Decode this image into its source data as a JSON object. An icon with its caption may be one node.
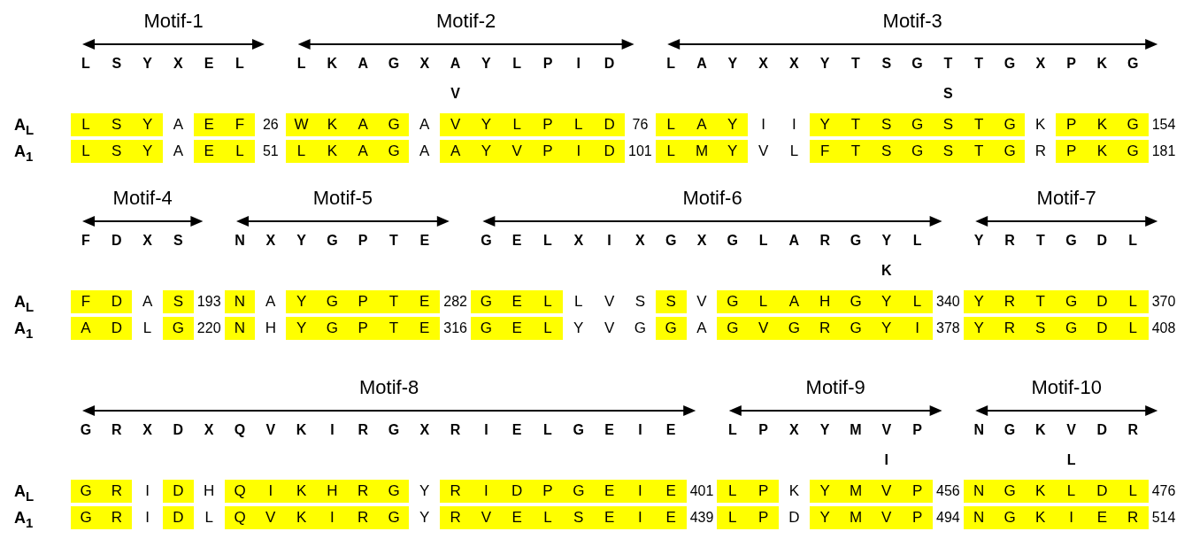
{
  "diagram": {
    "labels": [
      "Motif-1",
      "Motif-2",
      "Motif-3",
      "L",
      "S",
      "Y",
      "X",
      "E",
      "L",
      "L",
      "K",
      "A",
      "G",
      "X",
      "A",
      "Y",
      "L",
      "P",
      "I",
      "D",
      "L",
      "A",
      "Y",
      "X",
      "X",
      "Y",
      "T",
      "S",
      "G",
      "T",
      "T",
      "G",
      "X",
      "P",
      "K",
      "G",
      "V",
      "S",
      "A$_{L}$",
      "L",
      "S",
      "Y",
      "A",
      "E",
      "F",
      "26",
      "W",
      "K",
      "A",
      "G",
      "A",
      "V",
      "Y",
      "L",
      "P",
      "L",
      "D",
      "76",
      "L",
      "A",
      "Y",
      "I",
      "I",
      "Y",
      "T",
      "S",
      "G",
      "S",
      "T",
      "G",
      "K",
      "P",
      "K",
      "G",
      "154",
      "A$_{1}$",
      "L",
      "S",
      "Y",
      "A",
      "E",
      "L",
      "51",
      "L",
      "K",
      "A",
      "G",
      "A",
      "A",
      "Y",
      "V",
      "P",
      "I",
      "D",
      "101",
      "L",
      "M",
      "Y",
      "V",
      "L",
      "F",
      "T",
      "S",
      "G",
      "S",
      "T",
      "G",
      "R",
      "P",
      "K",
      "G",
      "181",
      "Motif-4",
      "Motif-5",
      "Motif-6",
      "Motif-7",
      "F",
      "D",
      "X",
      "S",
      "N",
      "X",
      "Y",
      "G",
      "P",
      "T",
      "E",
      "G",
      "E",
      "L",
      "X",
      "I",
      "X",
      "G",
      "X",
      "G",
      "L",
      "A",
      "R",
      "G",
      "Y",
      "L",
      "Y",
      "R",
      "T",
      "G",
      "D",
      "L",
      "K",
      "A$_{L}$",
      "F",
      "D",
      "A",
      "S",
      "193",
      "N",
      "A",
      "Y",
      "G",
      "P",
      "T",
      "E",
      "282",
      "G",
      "E",
      "L",
      "L",
      "V",
      "S",
      "S",
      "V",
      "G",
      "L",
      "A",
      "H",
      "G",
      "Y",
      "L",
      "340",
      "Y",
      "R",
      "T",
      "G",
      "D",
      "L",
      "370",
      "A$_{1}$",
      "A",
      "D",
      "L",
      "G",
      "220",
      "N",
      "H",
      "Y",
      "G",
      "P",
      "T",
      "E",
      "316",
      "G",
      "E",
      "L",
      "Y",
      "V",
      "G",
      "G",
      "A",
      "G",
      "V",
      "G",
      "R",
      "G",
      "Y",
      "I",
      "378",
      "Y",
      "R",
      "S",
      "G",
      "D",
      "L",
      "408",
      "Motif-8",
      "Motif-9",
      "Motif-10",
      "G",
      "R",
      "X",
      "D",
      "X",
      "Q",
      "V",
      "K",
      "I",
      "R",
      "G",
      "X",
      "R",
      "I",
      "E",
      "L",
      "G",
      "E",
      "I",
      "E",
      "L",
      "P",
      "X",
      "Y",
      "M",
      "V",
      "P",
      "N",
      "G",
      "K",
      "V",
      "D",
      "R",
      "I",
      "L",
      "A$_{L}$",
      "G",
      "R",
      "I",
      "D",
      "H",
      "Q",
      "I",
      "K",
      "H",
      "R",
      "G",
      "Y",
      "R",
      "I",
      "D",
      "P",
      "G",
      "E",
      "I",
      "E",
      "401",
      "L",
      "P",
      "K",
      "Y",
      "M",
      "V",
      "P",
      "456",
      "N",
      "G",
      "K",
      "L",
      "D",
      "L",
      "476",
      "A$_{1}$",
      "G",
      "R",
      "I",
      "D",
      "L",
      "Q",
      "V",
      "K",
      "I",
      "R",
      "G",
      "Y",
      "R",
      "V",
      "E",
      "L",
      "S",
      "E",
      "I",
      "E",
      "439",
      "L",
      "P",
      "D",
      "Y",
      "M",
      "V",
      "P",
      "494",
      "N",
      "G",
      "K",
      "I",
      "E",
      "R",
      "514"
    ]
  }
}
